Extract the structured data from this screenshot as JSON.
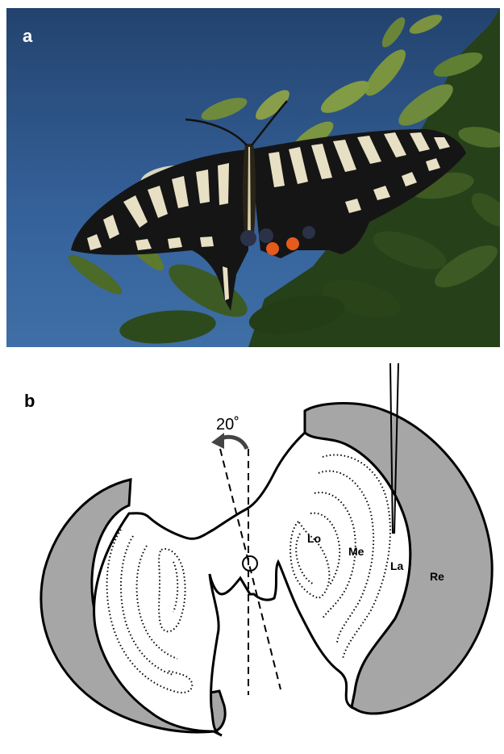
{
  "panel_a": {
    "letter": "a"
  },
  "panel_b": {
    "letter": "b",
    "angle_label": "20˚",
    "region_labels": {
      "lo": "Lo",
      "me": "Me",
      "la": "La",
      "re": "Re"
    }
  },
  "colors": {
    "sky_top": "#2a4a78",
    "sky_bottom": "#3b6aa0",
    "retina_gray": "#a6a6a6",
    "outline": "#000000"
  }
}
